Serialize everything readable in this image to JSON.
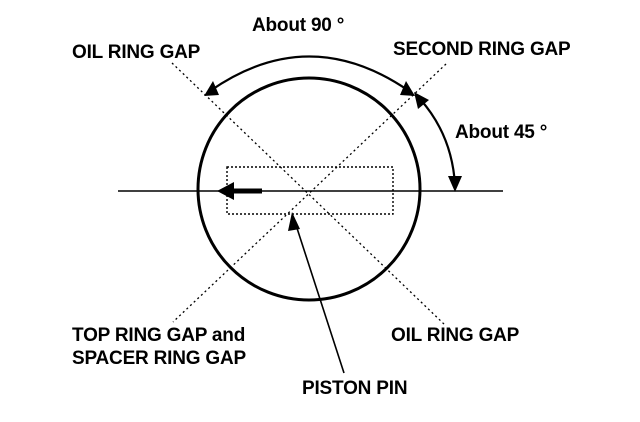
{
  "labels": {
    "angle_90": "About 90 °",
    "angle_45": "About 45 °",
    "oil_ring_gap_top": "OIL RING GAP",
    "second_ring_gap": "SECOND RING GAP",
    "top_ring_gap_line1": "TOP RING GAP and",
    "top_ring_gap_line2": "SPACER RING GAP",
    "oil_ring_gap_bottom": "OIL RING GAP",
    "piston_pin": "PISTON PIN"
  },
  "angles": {
    "oil_to_second_deg": 90,
    "second_to_pin_axis_deg": 45
  }
}
